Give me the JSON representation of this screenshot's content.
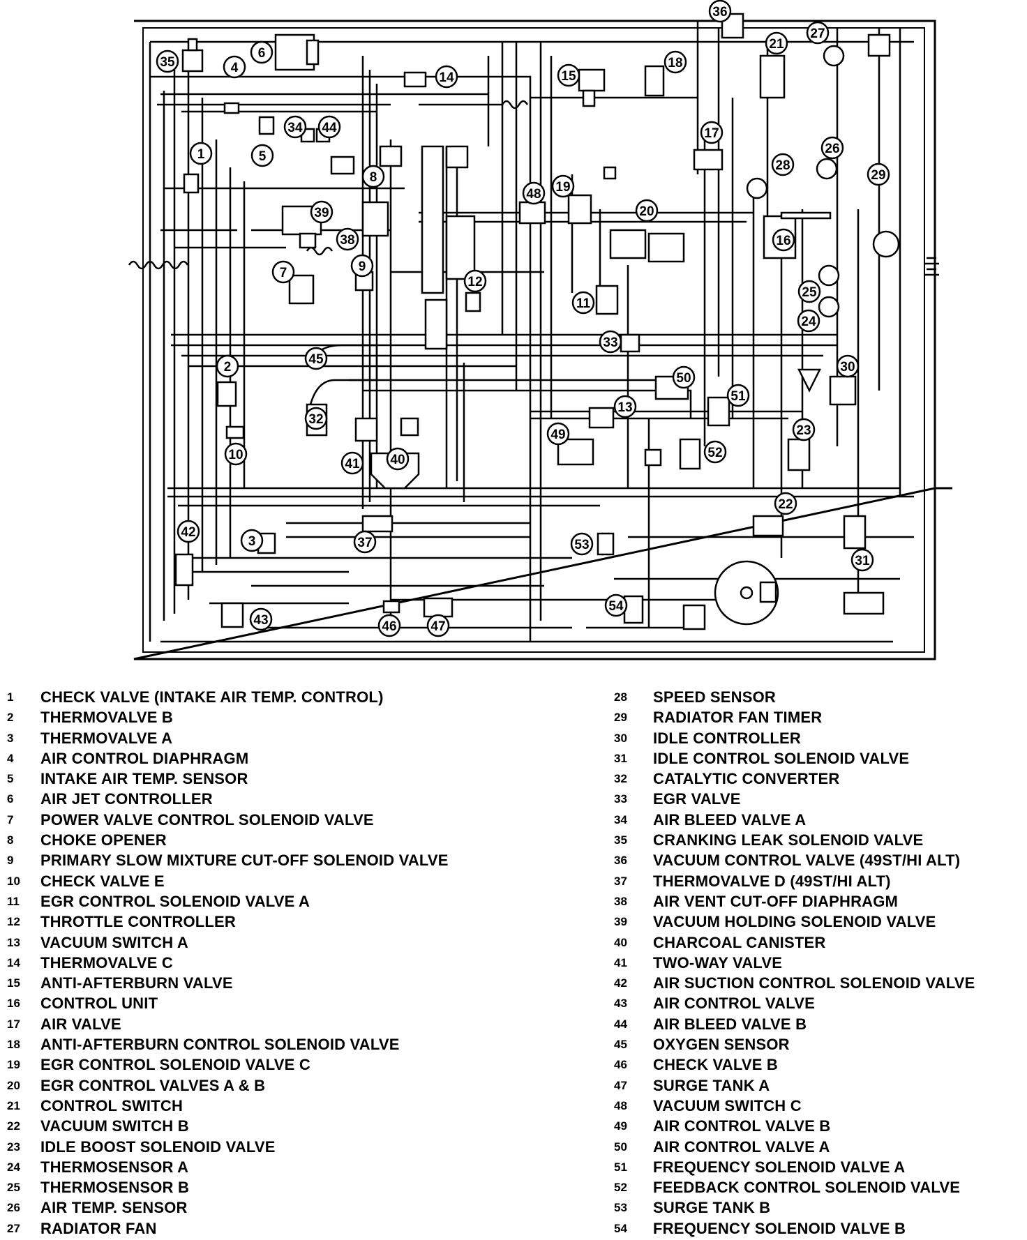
{
  "callouts": [
    "1",
    "2",
    "3",
    "4",
    "5",
    "6",
    "7",
    "8",
    "9",
    "10",
    "11",
    "12",
    "13",
    "14",
    "15",
    "16",
    "17",
    "18",
    "19",
    "20",
    "21",
    "22",
    "23",
    "24",
    "25",
    "26",
    "27",
    "28",
    "29",
    "30",
    "31",
    "32",
    "33",
    "34",
    "35",
    "36",
    "37",
    "38",
    "39",
    "40",
    "41",
    "42",
    "43",
    "44",
    "45",
    "46",
    "47",
    "48",
    "49",
    "50",
    "51",
    "52",
    "53",
    "54"
  ],
  "legend_left": [
    {
      "num": "1",
      "label": "CHECK VALVE (INTAKE AIR TEMP. CONTROL)"
    },
    {
      "num": "2",
      "label": "THERMOVALVE B"
    },
    {
      "num": "3",
      "label": "THERMOVALVE A"
    },
    {
      "num": "4",
      "label": "AIR CONTROL DIAPHRAGM"
    },
    {
      "num": "5",
      "label": "INTAKE AIR TEMP. SENSOR"
    },
    {
      "num": "6",
      "label": "AIR JET CONTROLLER"
    },
    {
      "num": "7",
      "label": "POWER VALVE CONTROL SOLENOID VALVE"
    },
    {
      "num": "8",
      "label": "CHOKE OPENER"
    },
    {
      "num": "9",
      "label": "PRIMARY SLOW MIXTURE CUT-OFF SOLENOID VALVE"
    },
    {
      "num": "10",
      "label": "CHECK VALVE E"
    },
    {
      "num": "11",
      "label": "EGR CONTROL SOLENOID VALVE A"
    },
    {
      "num": "12",
      "label": "THROTTLE CONTROLLER"
    },
    {
      "num": "13",
      "label": "VACUUM SWITCH A"
    },
    {
      "num": "14",
      "label": "THERMOVALVE C"
    },
    {
      "num": "15",
      "label": "ANTI-AFTERBURN VALVE"
    },
    {
      "num": "16",
      "label": "CONTROL UNIT"
    },
    {
      "num": "17",
      "label": "AIR VALVE"
    },
    {
      "num": "18",
      "label": "ANTI-AFTERBURN CONTROL SOLENOID VALVE"
    },
    {
      "num": "19",
      "label": "EGR CONTROL SOLENOID VALVE C"
    },
    {
      "num": "20",
      "label": "EGR CONTROL VALVES A & B"
    },
    {
      "num": "21",
      "label": "CONTROL SWITCH"
    },
    {
      "num": "22",
      "label": "VACUUM SWITCH B"
    },
    {
      "num": "23",
      "label": "IDLE BOOST SOLENOID VALVE"
    },
    {
      "num": "24",
      "label": "THERMOSENSOR A"
    },
    {
      "num": "25",
      "label": "THERMOSENSOR B"
    },
    {
      "num": "26",
      "label": "AIR TEMP. SENSOR"
    },
    {
      "num": "27",
      "label": "RADIATOR FAN"
    }
  ],
  "legend_right": [
    {
      "num": "28",
      "label": "SPEED SENSOR"
    },
    {
      "num": "29",
      "label": "RADIATOR FAN TIMER"
    },
    {
      "num": "30",
      "label": "IDLE CONTROLLER"
    },
    {
      "num": "31",
      "label": "IDLE CONTROL SOLENOID VALVE"
    },
    {
      "num": "32",
      "label": "CATALYTIC CONVERTER"
    },
    {
      "num": "33",
      "label": "EGR VALVE"
    },
    {
      "num": "34",
      "label": "AIR BLEED VALVE A"
    },
    {
      "num": "35",
      "label": "CRANKING LEAK SOLENOID VALVE"
    },
    {
      "num": "36",
      "label": "VACUUM CONTROL VALVE (49ST/HI ALT)"
    },
    {
      "num": "37",
      "label": "THERMOVALVE D (49ST/HI ALT)"
    },
    {
      "num": "38",
      "label": "AIR VENT CUT-OFF DIAPHRAGM"
    },
    {
      "num": "39",
      "label": "VACUUM HOLDING SOLENOID VALVE"
    },
    {
      "num": "40",
      "label": "CHARCOAL CANISTER"
    },
    {
      "num": "41",
      "label": "TWO-WAY VALVE"
    },
    {
      "num": "42",
      "label": "AIR SUCTION CONTROL SOLENOID VALVE"
    },
    {
      "num": "43",
      "label": "AIR CONTROL VALVE"
    },
    {
      "num": "44",
      "label": "AIR BLEED VALVE B"
    },
    {
      "num": "45",
      "label": "OXYGEN SENSOR"
    },
    {
      "num": "46",
      "label": "CHECK VALVE B"
    },
    {
      "num": "47",
      "label": "SURGE TANK A"
    },
    {
      "num": "48",
      "label": "VACUUM SWITCH C"
    },
    {
      "num": "49",
      "label": "AIR CONTROL VALVE B"
    },
    {
      "num": "50",
      "label": "AIR CONTROL VALVE A"
    },
    {
      "num": "51",
      "label": "FREQUENCY SOLENOID VALVE A"
    },
    {
      "num": "52",
      "label": "FEEDBACK CONTROL SOLENOID VALVE"
    },
    {
      "num": "53",
      "label": "SURGE TANK B"
    },
    {
      "num": "54",
      "label": "FREQUENCY SOLENOID VALVE B"
    }
  ]
}
